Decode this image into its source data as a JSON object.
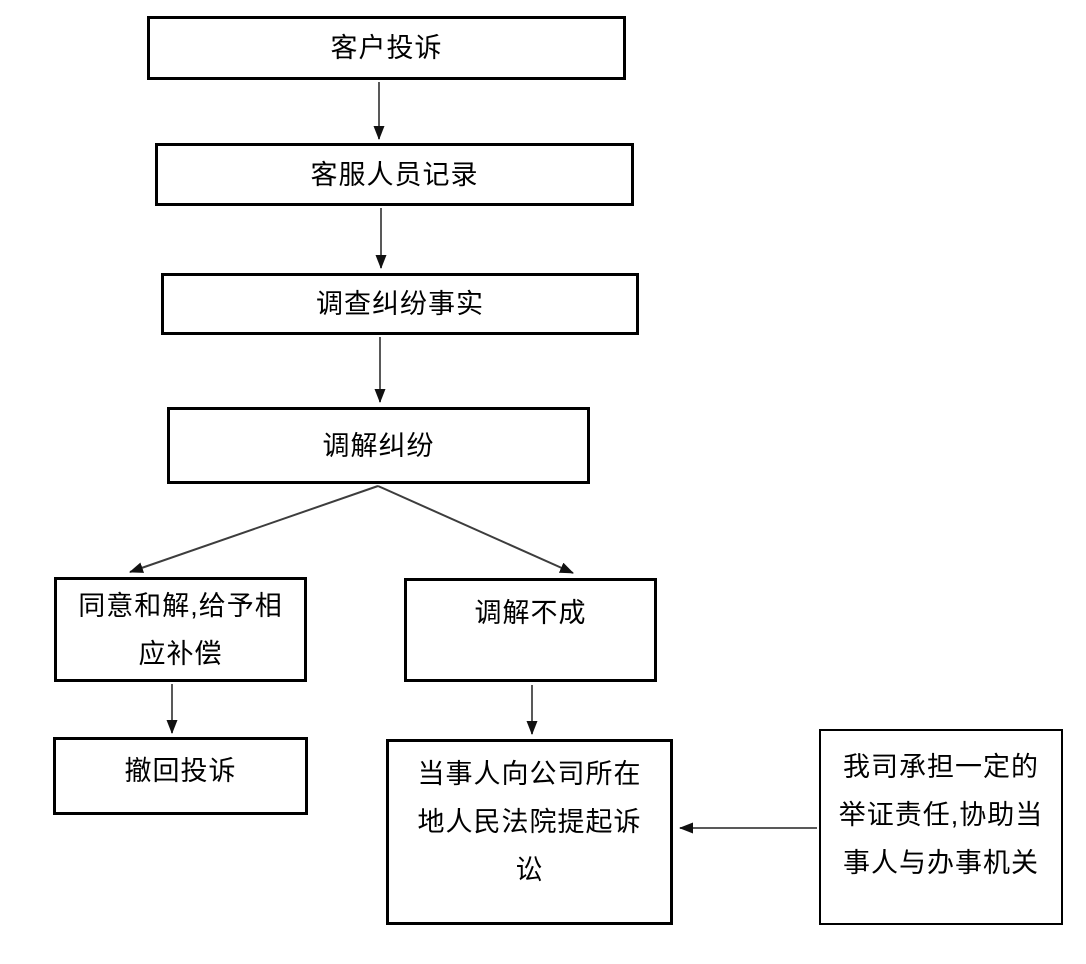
{
  "diagram": {
    "type": "flowchart",
    "background_color": "#ffffff",
    "box_border_color": "#000000",
    "box_fill_color": "#ffffff",
    "text_color": "#000000",
    "line_color": "#595959",
    "arrowhead_color": "#111111",
    "nodes": [
      {
        "id": "customer-complaint",
        "label": "客户投诉",
        "lines": [
          "客户投诉"
        ]
      },
      {
        "id": "service-staff-record",
        "label": "客服人员记录",
        "lines": [
          "客服人员记录"
        ]
      },
      {
        "id": "investigate-dispute-facts",
        "label": "调查纠纷事实",
        "lines": [
          "调查纠纷事实"
        ]
      },
      {
        "id": "mediate-dispute",
        "label": "调解纠纷",
        "lines": [
          "调解纠纷"
        ]
      },
      {
        "id": "agree-settlement",
        "label": "同意和解,给予相应补偿",
        "lines": [
          "同意和解,给予相",
          "应补偿"
        ]
      },
      {
        "id": "mediation-fails",
        "label": "调解不成",
        "lines": [
          "调解不成"
        ]
      },
      {
        "id": "withdraw-complaint",
        "label": "撤回投诉",
        "lines": [
          "撤回投诉"
        ]
      },
      {
        "id": "file-lawsuit",
        "label": "当事人向公司所在地人民法院提起诉讼",
        "lines": [
          "当事人向公司所在",
          "地人民法院提起诉",
          "讼"
        ]
      },
      {
        "id": "company-assists",
        "label": "我司承担一定的举证责任,协助当事人与办事机关",
        "lines": [
          "我司承担一定的",
          "举证责任,协助当",
          "事人与办事机关"
        ]
      }
    ],
    "edges": [
      {
        "from": "customer-complaint",
        "to": "service-staff-record"
      },
      {
        "from": "service-staff-record",
        "to": "investigate-dispute-facts"
      },
      {
        "from": "investigate-dispute-facts",
        "to": "mediate-dispute"
      },
      {
        "from": "mediate-dispute",
        "to": "agree-settlement"
      },
      {
        "from": "mediate-dispute",
        "to": "mediation-fails"
      },
      {
        "from": "agree-settlement",
        "to": "withdraw-complaint"
      },
      {
        "from": "mediation-fails",
        "to": "file-lawsuit"
      },
      {
        "from": "company-assists",
        "to": "file-lawsuit"
      }
    ]
  }
}
